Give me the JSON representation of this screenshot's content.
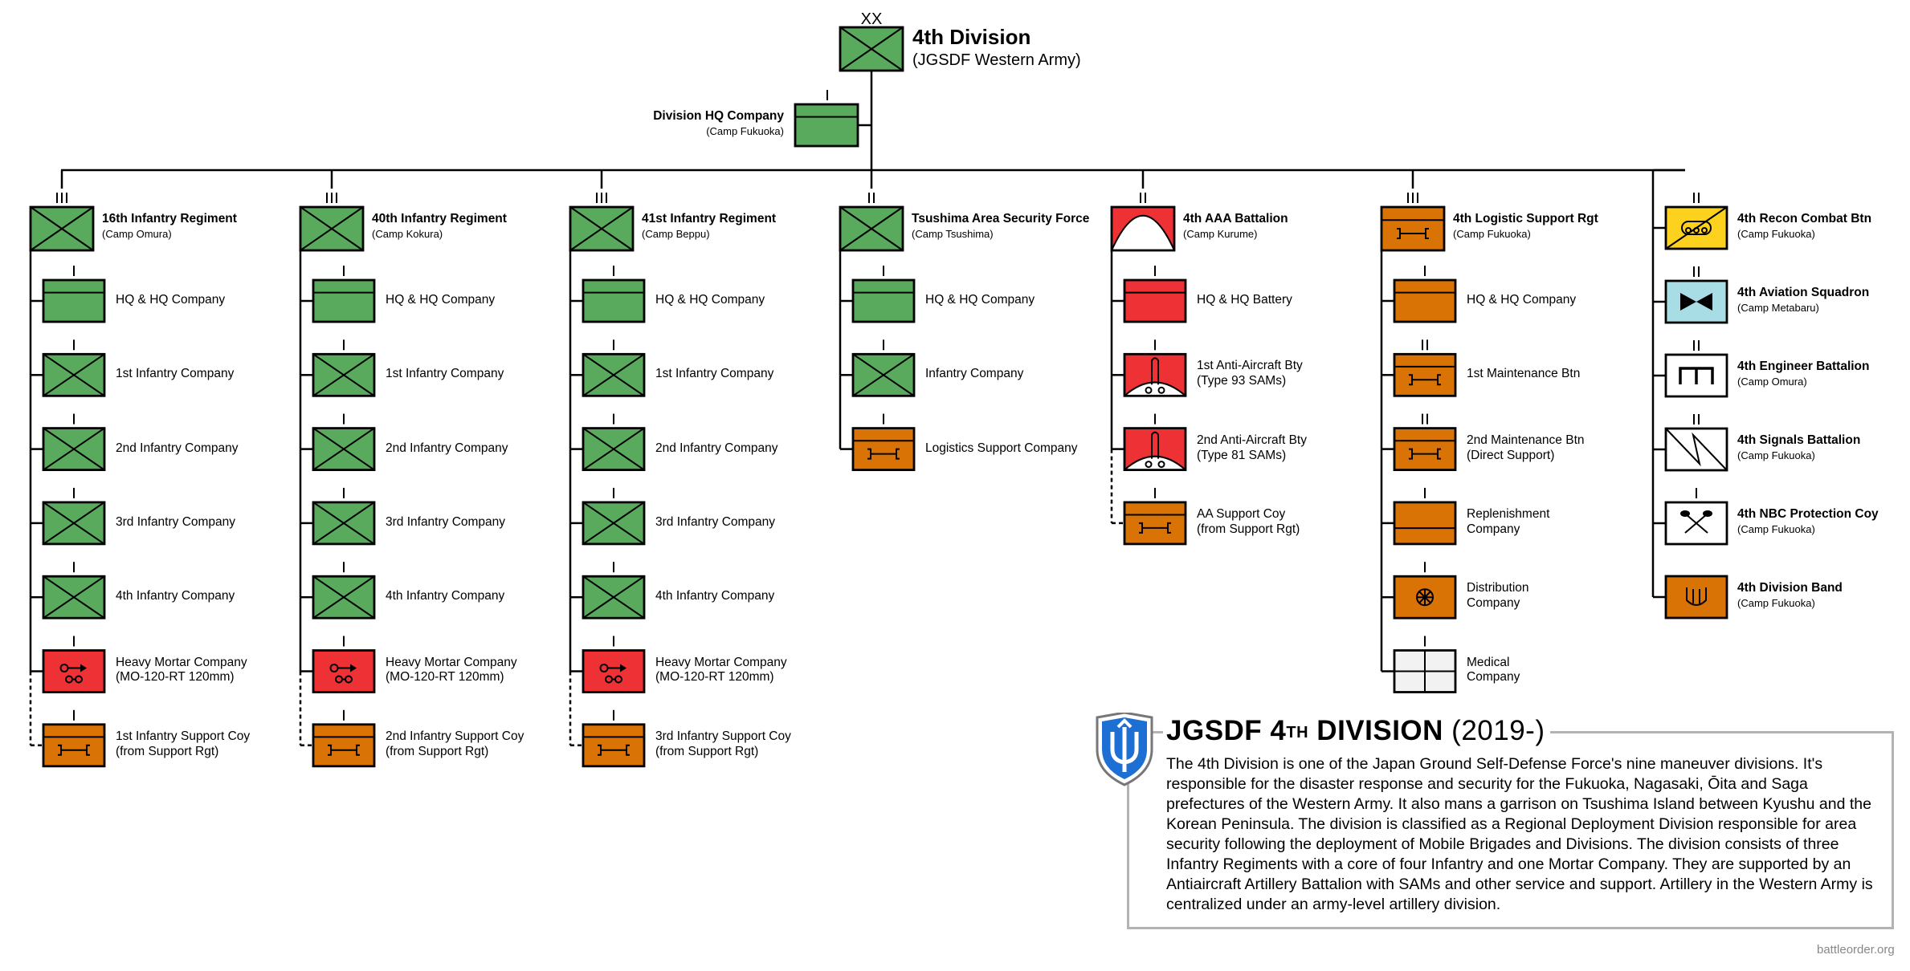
{
  "top": {
    "echelon": "XX",
    "title": "4th Division",
    "subtitle": "(JGSDF Western Army)"
  },
  "hq": {
    "echelon": "I",
    "name": "Division HQ Company",
    "camp": "(Camp Fukuoka)"
  },
  "columns": [
    {
      "echelon": "III",
      "symbol": "infantry",
      "color": "#5aaa5e",
      "name": "16th Infantry Regiment",
      "camp": "(Camp Omura)",
      "subs": [
        {
          "echelon": "I",
          "symbol": "hq",
          "color": "#5aaa5e",
          "label": "HQ & HQ Company"
        },
        {
          "echelon": "I",
          "symbol": "infantry",
          "color": "#5aaa5e",
          "label": "1st Infantry Company"
        },
        {
          "echelon": "I",
          "symbol": "infantry",
          "color": "#5aaa5e",
          "label": "2nd Infantry Company"
        },
        {
          "echelon": "I",
          "symbol": "infantry",
          "color": "#5aaa5e",
          "label": "3rd Infantry Company"
        },
        {
          "echelon": "I",
          "symbol": "infantry",
          "color": "#5aaa5e",
          "label": "4th Infantry Company"
        },
        {
          "echelon": "I",
          "symbol": "mortar",
          "color": "#ee3135",
          "label": "Heavy Mortar Company\n(MO-120-RT 120mm)"
        },
        {
          "echelon": "I",
          "symbol": "logistics",
          "color": "#d97306",
          "label": "1st Infantry Support Coy\n(from Support Rgt)",
          "dashed": true
        }
      ]
    },
    {
      "echelon": "III",
      "symbol": "infantry",
      "color": "#5aaa5e",
      "name": "40th Infantry Regiment",
      "camp": "(Camp Kokura)",
      "subs": [
        {
          "echelon": "I",
          "symbol": "hq",
          "color": "#5aaa5e",
          "label": "HQ & HQ Company"
        },
        {
          "echelon": "I",
          "symbol": "infantry",
          "color": "#5aaa5e",
          "label": "1st Infantry Company"
        },
        {
          "echelon": "I",
          "symbol": "infantry",
          "color": "#5aaa5e",
          "label": "2nd Infantry Company"
        },
        {
          "echelon": "I",
          "symbol": "infantry",
          "color": "#5aaa5e",
          "label": "3rd Infantry Company"
        },
        {
          "echelon": "I",
          "symbol": "infantry",
          "color": "#5aaa5e",
          "label": "4th Infantry Company"
        },
        {
          "echelon": "I",
          "symbol": "mortar",
          "color": "#ee3135",
          "label": "Heavy Mortar Company\n(MO-120-RT 120mm)"
        },
        {
          "echelon": "I",
          "symbol": "logistics",
          "color": "#d97306",
          "label": "2nd Infantry Support Coy\n(from Support Rgt)",
          "dashed": true
        }
      ]
    },
    {
      "echelon": "III",
      "symbol": "infantry",
      "color": "#5aaa5e",
      "name": "41st Infantry Regiment",
      "camp": "(Camp Beppu)",
      "subs": [
        {
          "echelon": "I",
          "symbol": "hq",
          "color": "#5aaa5e",
          "label": "HQ & HQ Company"
        },
        {
          "echelon": "I",
          "symbol": "infantry",
          "color": "#5aaa5e",
          "label": "1st Infantry Company"
        },
        {
          "echelon": "I",
          "symbol": "infantry",
          "color": "#5aaa5e",
          "label": "2nd Infantry Company"
        },
        {
          "echelon": "I",
          "symbol": "infantry",
          "color": "#5aaa5e",
          "label": "3rd Infantry Company"
        },
        {
          "echelon": "I",
          "symbol": "infantry",
          "color": "#5aaa5e",
          "label": "4th Infantry Company"
        },
        {
          "echelon": "I",
          "symbol": "mortar",
          "color": "#ee3135",
          "label": "Heavy Mortar Company\n(MO-120-RT 120mm)"
        },
        {
          "echelon": "I",
          "symbol": "logistics",
          "color": "#d97306",
          "label": "3rd Infantry Support Coy\n(from Support Rgt)",
          "dashed": true
        }
      ]
    },
    {
      "echelon": "II",
      "symbol": "infantry",
      "color": "#5aaa5e",
      "name": "Tsushima Area Security Force",
      "camp": "(Camp Tsushima)",
      "subs": [
        {
          "echelon": "I",
          "symbol": "hq",
          "color": "#5aaa5e",
          "label": "HQ & HQ Company"
        },
        {
          "echelon": "I",
          "symbol": "infantry",
          "color": "#5aaa5e",
          "label": "Infantry Company"
        },
        {
          "echelon": "I",
          "symbol": "logistics",
          "color": "#d97306",
          "label": "Logistics Support Company"
        }
      ]
    },
    {
      "echelon": "II",
      "symbol": "aaa",
      "color": "#ee3135",
      "name": "4th AAA Battalion",
      "camp": "(Camp Kurume)",
      "subs": [
        {
          "echelon": "I",
          "symbol": "hq",
          "color": "#ee3135",
          "label": "HQ & HQ Battery"
        },
        {
          "echelon": "I",
          "symbol": "sam",
          "color": "#ee3135",
          "label": "1st Anti-Aircraft Bty\n(Type 93 SAMs)"
        },
        {
          "echelon": "I",
          "symbol": "sam",
          "color": "#ee3135",
          "label": "2nd Anti-Aircraft Bty\n(Type 81 SAMs)"
        },
        {
          "echelon": "I",
          "symbol": "logistics",
          "color": "#d97306",
          "label": "AA Support Coy\n(from Support Rgt)",
          "dashed": true
        }
      ]
    },
    {
      "echelon": "III",
      "symbol": "logistics",
      "color": "#d97306",
      "name": "4th Logistic Support Rgt",
      "camp": "(Camp Fukuoka)",
      "subs": [
        {
          "echelon": "I",
          "symbol": "hq",
          "color": "#d97306",
          "label": "HQ & HQ Company"
        },
        {
          "echelon": "II",
          "symbol": "logistics",
          "color": "#d97306",
          "label": "1st Maintenance Btn"
        },
        {
          "echelon": "II",
          "symbol": "logistics",
          "color": "#d97306",
          "label": "2nd Maintenance Btn\n(Direct Support)"
        },
        {
          "echelon": "I",
          "symbol": "replenish",
          "color": "#d97306",
          "label": "Replenishment\nCompany"
        },
        {
          "echelon": "I",
          "symbol": "distribution",
          "color": "#d97306",
          "label": "Distribution\nCompany"
        },
        {
          "echelon": "I",
          "symbol": "medical",
          "color": "#f2f2f2",
          "label": "Medical\nCompany"
        }
      ]
    }
  ],
  "right_units": [
    {
      "echelon": "II",
      "symbol": "recon",
      "color": "#fdd21f",
      "name": "4th Recon Combat Btn",
      "camp": "(Camp Fukuoka)"
    },
    {
      "echelon": "II",
      "symbol": "aviation",
      "color": "#a9dde5",
      "name": "4th Aviation Squadron",
      "camp": "(Camp Metabaru)"
    },
    {
      "echelon": "II",
      "symbol": "engineer",
      "color": "#ffffff",
      "name": "4th Engineer Battalion",
      "camp": "(Camp Omura)"
    },
    {
      "echelon": "II",
      "symbol": "signals",
      "color": "#ffffff",
      "name": "4th Signals Battalion",
      "camp": "(Camp Fukuoka)"
    },
    {
      "echelon": "I",
      "symbol": "nbc",
      "color": "#ffffff",
      "name": "4th NBC Protection Coy",
      "camp": "(Camp Fukuoka)"
    },
    {
      "echelon": "",
      "symbol": "band",
      "color": "#d97306",
      "name": "4th Division Band",
      "camp": "(Camp Fukuoka)"
    }
  ],
  "info": {
    "title_main": "JGSDF 4",
    "title_sup": "TH",
    "title_rest": " DIVISION",
    "title_year": " (2019-)",
    "text": "The 4th Division is one of the Japan Ground Self-Defense Force's nine maneuver divisions. It's responsible for the disaster response and security for the Fukuoka, Nagasaki, Ōita and Saga prefectures of the Western Army. It also mans a garrison on Tsushima Island between Kyushu and the Korean Peninsula. The division is classified as a Regional Deployment Division responsible for area security following the deployment of Mobile Brigades and Divisions. The division consists of three Infantry Regiments with a core of four Infantry and one Mortar Company. They are supported by an Antiaircraft Artillery Battalion with SAMs and other service and support. Artillery in the Western Army is centralized under an army-level artillery division."
  },
  "footer": "battleorder.org",
  "colors": {
    "infantry_green": "#5aaa5e",
    "fires_red": "#ee3135",
    "logistics_orange": "#d97306",
    "recon_yellow": "#fdd21f",
    "aviation_blue": "#a9dde5",
    "border_gray": "#b3b3b3"
  }
}
